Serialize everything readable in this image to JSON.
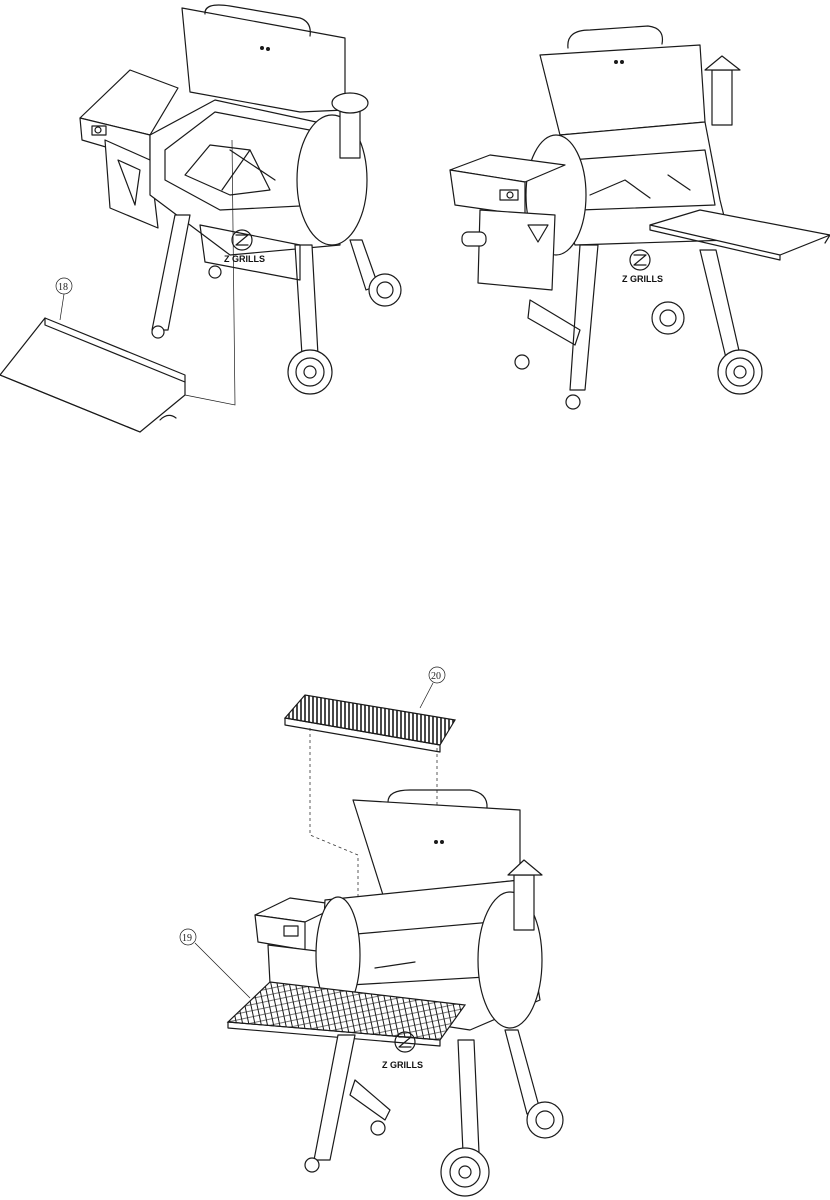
{
  "callouts": {
    "c18": "18",
    "c19": "19",
    "c20": "20"
  },
  "brand": {
    "name": "Z GRILLS"
  }
}
